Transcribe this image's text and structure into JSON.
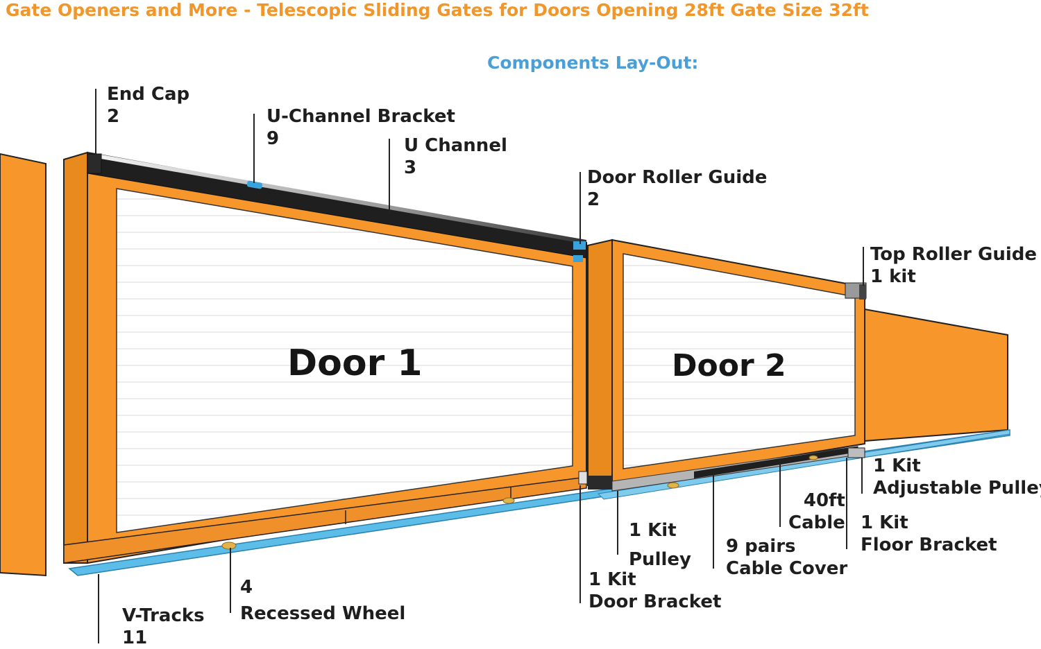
{
  "header": {
    "title": "Gate Openers and More - Telescopic Sliding Gates for Doors Opening 28ft Gate Size 32ft",
    "subtitle": "Components Lay-Out:"
  },
  "doors": {
    "door1": "Door 1",
    "door2": "Door 2"
  },
  "components": {
    "end_cap": {
      "name": "End Cap",
      "qty": "2"
    },
    "u_channel_bracket": {
      "name": "U-Channel Bracket",
      "qty": "9"
    },
    "u_channel": {
      "name": "U Channel",
      "qty": "3"
    },
    "door_roller_guide": {
      "name": "Door Roller Guide",
      "qty": "2"
    },
    "top_roller_guide": {
      "name": "Top Roller Guide",
      "qty": "1 kit"
    },
    "adjustable_pulley": {
      "qty": "1 Kit",
      "name": "Adjustable Pulley"
    },
    "cable": {
      "qty": "40ft",
      "name": "Cable"
    },
    "floor_bracket": {
      "qty": "1 Kit",
      "name": "Floor Bracket"
    },
    "pulley": {
      "qty": "1 Kit",
      "name": "Pulley"
    },
    "cable_cover": {
      "qty": "9 pairs",
      "name": "Cable Cover"
    },
    "door_bracket": {
      "qty": "1 Kit",
      "name": "Door Bracket"
    },
    "recessed_wheel": {
      "qty": "4",
      "name": "Recessed Wheel"
    },
    "v_tracks": {
      "name": "V-Tracks",
      "qty": "11"
    }
  },
  "colors": {
    "orange": "#f7962b",
    "blue_track": "#5bbde8",
    "channel_dark": "#222222",
    "title_orange": "#f0962a",
    "subtitle_blue": "#4aa0d6"
  }
}
